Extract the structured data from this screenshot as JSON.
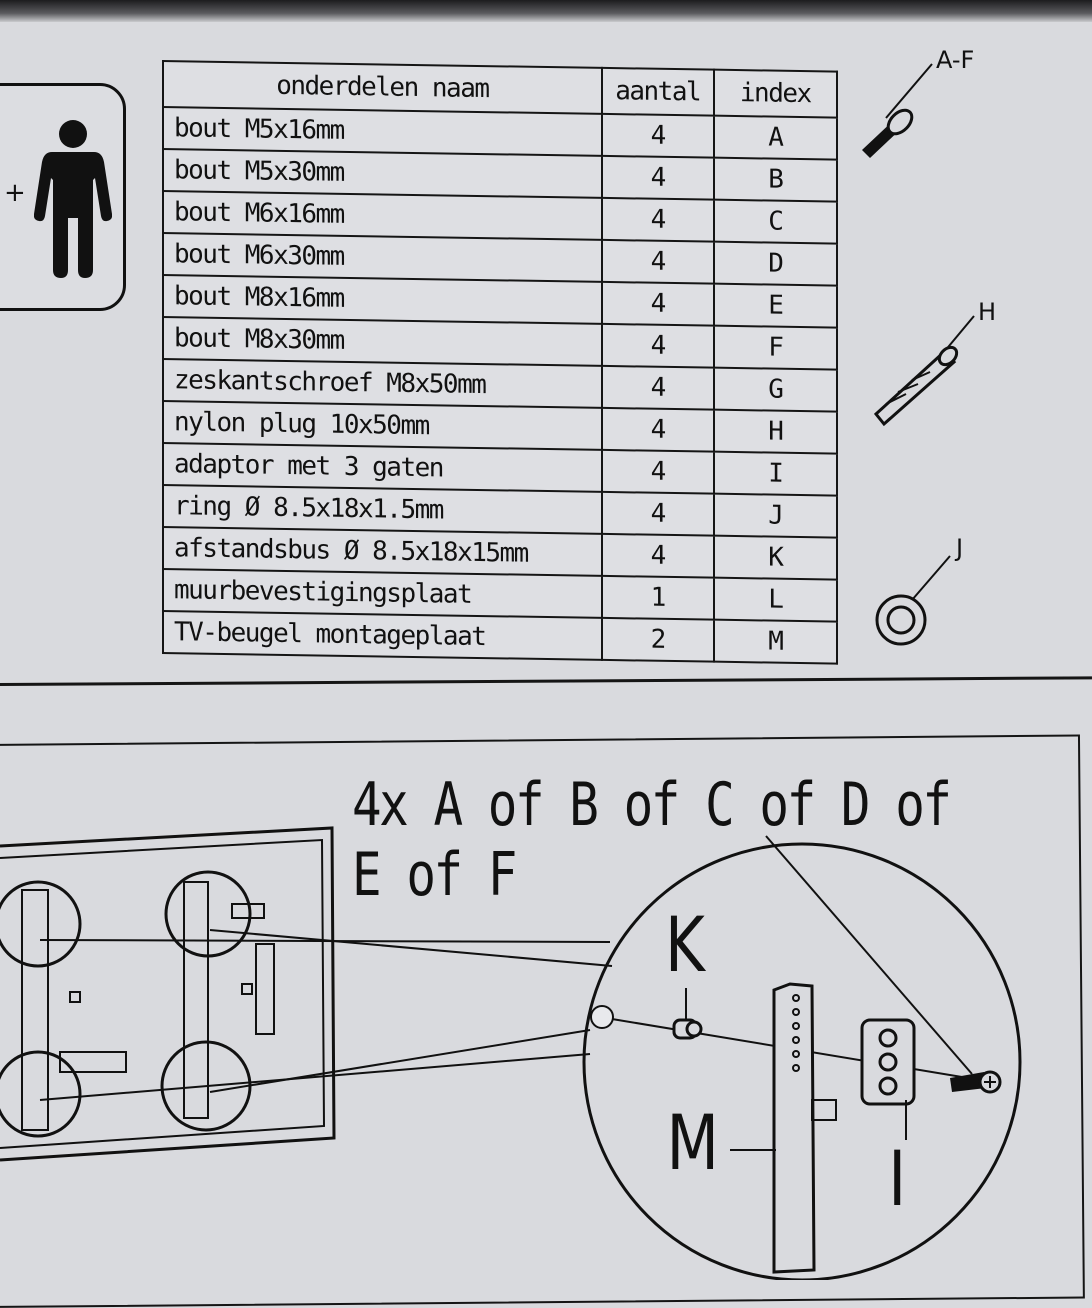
{
  "table": {
    "headers": [
      "onderdelen naam",
      "aantal",
      "index"
    ],
    "rows": [
      {
        "name": "bout M5x16mm",
        "qty": "4",
        "index": "A"
      },
      {
        "name": "bout M5x30mm",
        "qty": "4",
        "index": "B"
      },
      {
        "name": "bout M6x16mm",
        "qty": "4",
        "index": "C"
      },
      {
        "name": "bout M6x30mm",
        "qty": "4",
        "index": "D"
      },
      {
        "name": "bout M8x16mm",
        "qty": "4",
        "index": "E"
      },
      {
        "name": "bout M8x30mm",
        "qty": "4",
        "index": "F"
      },
      {
        "name": "zeskantschroef M8x50mm",
        "qty": "4",
        "index": "G"
      },
      {
        "name": "nylon plug 10x50mm",
        "qty": "4",
        "index": "H"
      },
      {
        "name": "adaptor met 3 gaten",
        "qty": "4",
        "index": "I"
      },
      {
        "name": "ring Ø 8.5x18x1.5mm",
        "qty": "4",
        "index": "J"
      },
      {
        "name": "afstandsbus Ø 8.5x18x15mm",
        "qty": "4",
        "index": "K"
      },
      {
        "name": "muurbevestigingsplaat",
        "qty": "1",
        "index": "L"
      },
      {
        "name": "TV-beugel montageplaat",
        "qty": "2",
        "index": "M"
      }
    ]
  },
  "person_box": {
    "plus": "+",
    "icon": "person-icon"
  },
  "callouts": {
    "af": "A-F",
    "h": "H",
    "j": "J"
  },
  "assembly": {
    "title": "4x A of B of C of D of E of F",
    "label_k": "K",
    "label_m": "M",
    "label_i": "I"
  },
  "icons": [
    "person-icon",
    "bolt-icon",
    "wall-plug-icon",
    "washer-ring-icon",
    "spacer-icon",
    "adaptor-plate-icon",
    "tv-bracket-icon"
  ]
}
